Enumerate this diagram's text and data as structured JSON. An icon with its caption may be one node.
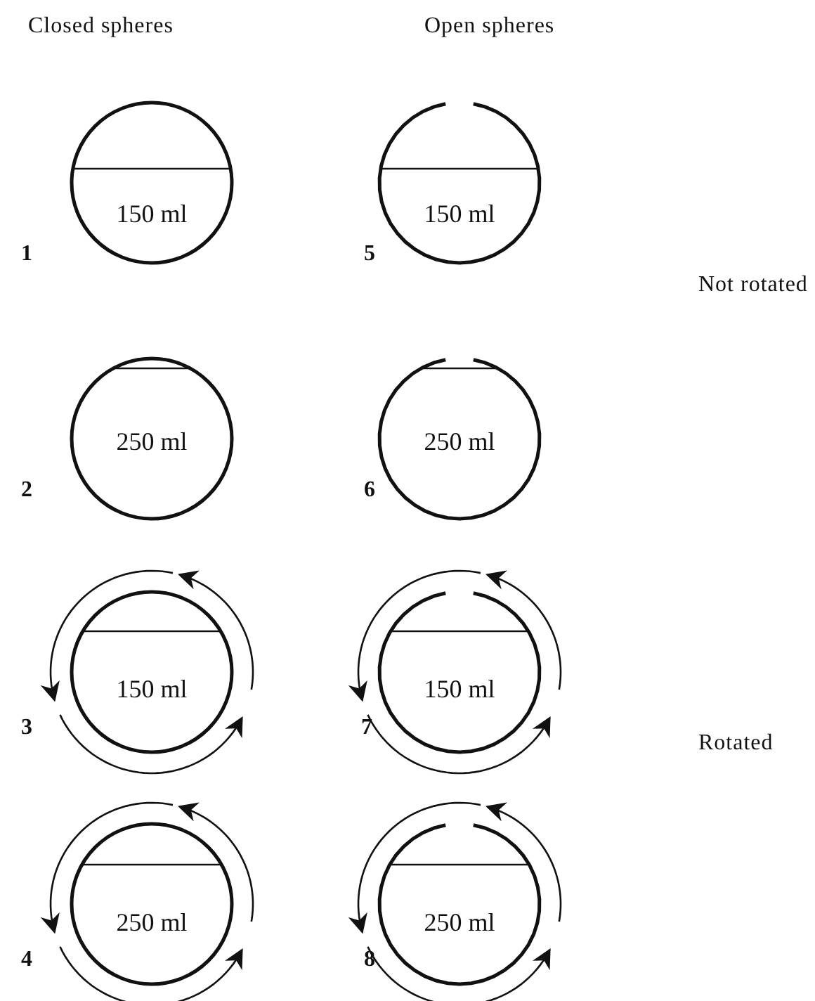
{
  "diagram": {
    "nodes": [
      {
        "text": [
          "150 ml"
        ],
        "beside": [
          "1"
        ]
      },
      {
        "text": [
          "250 ml"
        ],
        "beside": [
          "2"
        ]
      },
      {
        "text": [
          "150 ml"
        ],
        "beside": [
          "3"
        ]
      },
      {
        "text": [
          "250 ml"
        ],
        "beside": [
          "4"
        ]
      },
      {
        "text": [
          "150 ml"
        ],
        "beside": [
          "5"
        ]
      },
      {
        "text": [
          "250 ml"
        ],
        "beside": [
          "6"
        ]
      },
      {
        "text": [
          "150 ml"
        ],
        "beside": [
          "7"
        ]
      },
      {
        "text": [
          "250 ml"
        ],
        "beside": [
          "8"
        ]
      }
    ],
    "labels": [
      "Closed spheres",
      "Open spheres",
      "Not rotated",
      "Rotated"
    ]
  }
}
